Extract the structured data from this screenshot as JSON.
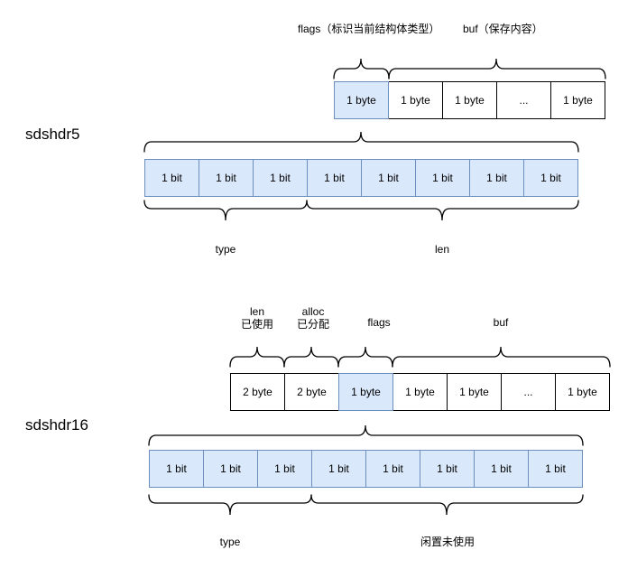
{
  "colors": {
    "highlight_fill": "#dae8fc",
    "highlight_border": "#6c8ebf",
    "plain_fill": "#ffffff",
    "plain_border": "#000000",
    "brace": "#000000",
    "text": "#000000"
  },
  "sdshdr5": {
    "title": "sdshdr5",
    "flags_label": "flags（标识当前结构体类型）",
    "buf_label": "buf（保存内容）",
    "byte_cells": [
      {
        "label": "1 byte",
        "highlight": true
      },
      {
        "label": "1 byte",
        "highlight": false
      },
      {
        "label": "1 byte",
        "highlight": false
      },
      {
        "label": "...",
        "highlight": false
      },
      {
        "label": "1 byte",
        "highlight": false
      }
    ],
    "bit_cells": [
      {
        "label": "1 bit",
        "highlight": true
      },
      {
        "label": "1 bit",
        "highlight": true
      },
      {
        "label": "1 bit",
        "highlight": true
      },
      {
        "label": "1 bit",
        "highlight": true
      },
      {
        "label": "1 bit",
        "highlight": true
      },
      {
        "label": "1 bit",
        "highlight": true
      },
      {
        "label": "1 bit",
        "highlight": true
      },
      {
        "label": "1 bit",
        "highlight": true
      }
    ],
    "type_label": "type",
    "len_label": "len"
  },
  "sdshdr16": {
    "title": "sdshdr16",
    "len_label": "len\n已使用",
    "alloc_label": "alloc\n已分配",
    "flags_label": "flags",
    "buf_label": "buf",
    "byte_cells": [
      {
        "label": "2 byte",
        "highlight": false
      },
      {
        "label": "2 byte",
        "highlight": false
      },
      {
        "label": "1 byte",
        "highlight": true
      },
      {
        "label": "1 byte",
        "highlight": false
      },
      {
        "label": "1 byte",
        "highlight": false
      },
      {
        "label": "...",
        "highlight": false
      },
      {
        "label": "1 byte",
        "highlight": false
      }
    ],
    "bit_cells": [
      {
        "label": "1 bit",
        "highlight": true
      },
      {
        "label": "1 bit",
        "highlight": true
      },
      {
        "label": "1 bit",
        "highlight": true
      },
      {
        "label": "1 bit",
        "highlight": true
      },
      {
        "label": "1 bit",
        "highlight": true
      },
      {
        "label": "1 bit",
        "highlight": true
      },
      {
        "label": "1 bit",
        "highlight": true
      },
      {
        "label": "1 bit",
        "highlight": true
      }
    ],
    "type_label": "type",
    "unused_label": "闲置未使用"
  }
}
